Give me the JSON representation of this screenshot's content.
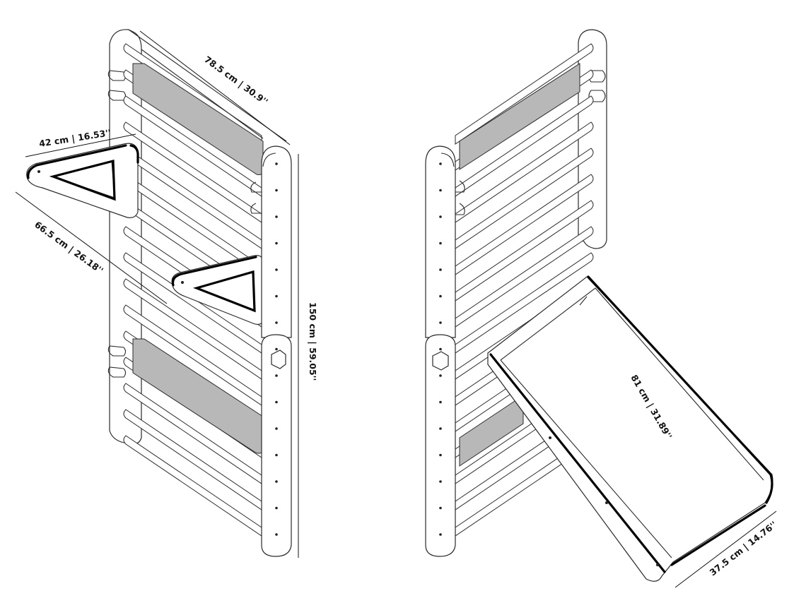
{
  "diagram": {
    "dimensions": {
      "ladder_width": "78.5 cm  |  30.9''",
      "triangle_width": "42 cm  |  16.53''",
      "triangle_length": "66.5 cm  |  26.18''",
      "ladder_height": "150 cm  |  59.05''",
      "slide_length": "81 cm  |  31.89''",
      "slide_width": "37.5 cm  |  14.76''"
    }
  }
}
